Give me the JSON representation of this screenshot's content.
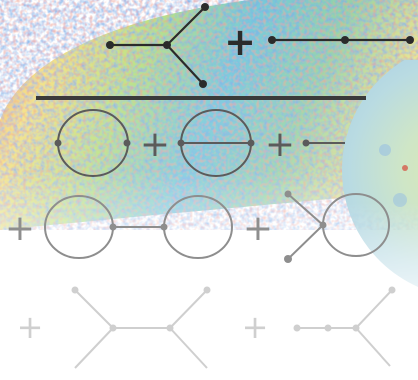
{
  "artwork": {
    "background_map": "cosmic-microwave-background-sky-map",
    "bottom_right_map": "cosmic-microwave-background-sphere",
    "colors": {
      "line_top": "#2b2b2b",
      "line_mid": "#5b5b5b",
      "line_low": "#8e8e8e",
      "line_faint": "#cfcfcf",
      "map_blue": "#2f5fc8",
      "map_cyan": "#6cc7d8",
      "map_green": "#b7e07a",
      "map_yellow": "#f3e07a",
      "map_orange": "#f19a5a",
      "map_red": "#d6483a"
    },
    "glyphs": {
      "plus": "+"
    },
    "diagram_rows": [
      {
        "row": "tree-level-bispectrum",
        "terms": [
          "trivalent-vertex",
          "plus",
          "three-point-chain"
        ]
      },
      {
        "row": "one-loop-terms-a",
        "terms": [
          "loop-with-legs",
          "plus",
          "sunset-loop",
          "plus",
          "tadpole-start"
        ]
      },
      {
        "row": "one-loop-terms-b",
        "terms": [
          "plus",
          "double-loop-chain",
          "plus",
          "vertex-with-loop"
        ]
      },
      {
        "row": "faded-tree-terms",
        "terms": [
          "plus",
          "double-vertex-tree",
          "plus",
          "chain-with-branch"
        ]
      }
    ]
  }
}
